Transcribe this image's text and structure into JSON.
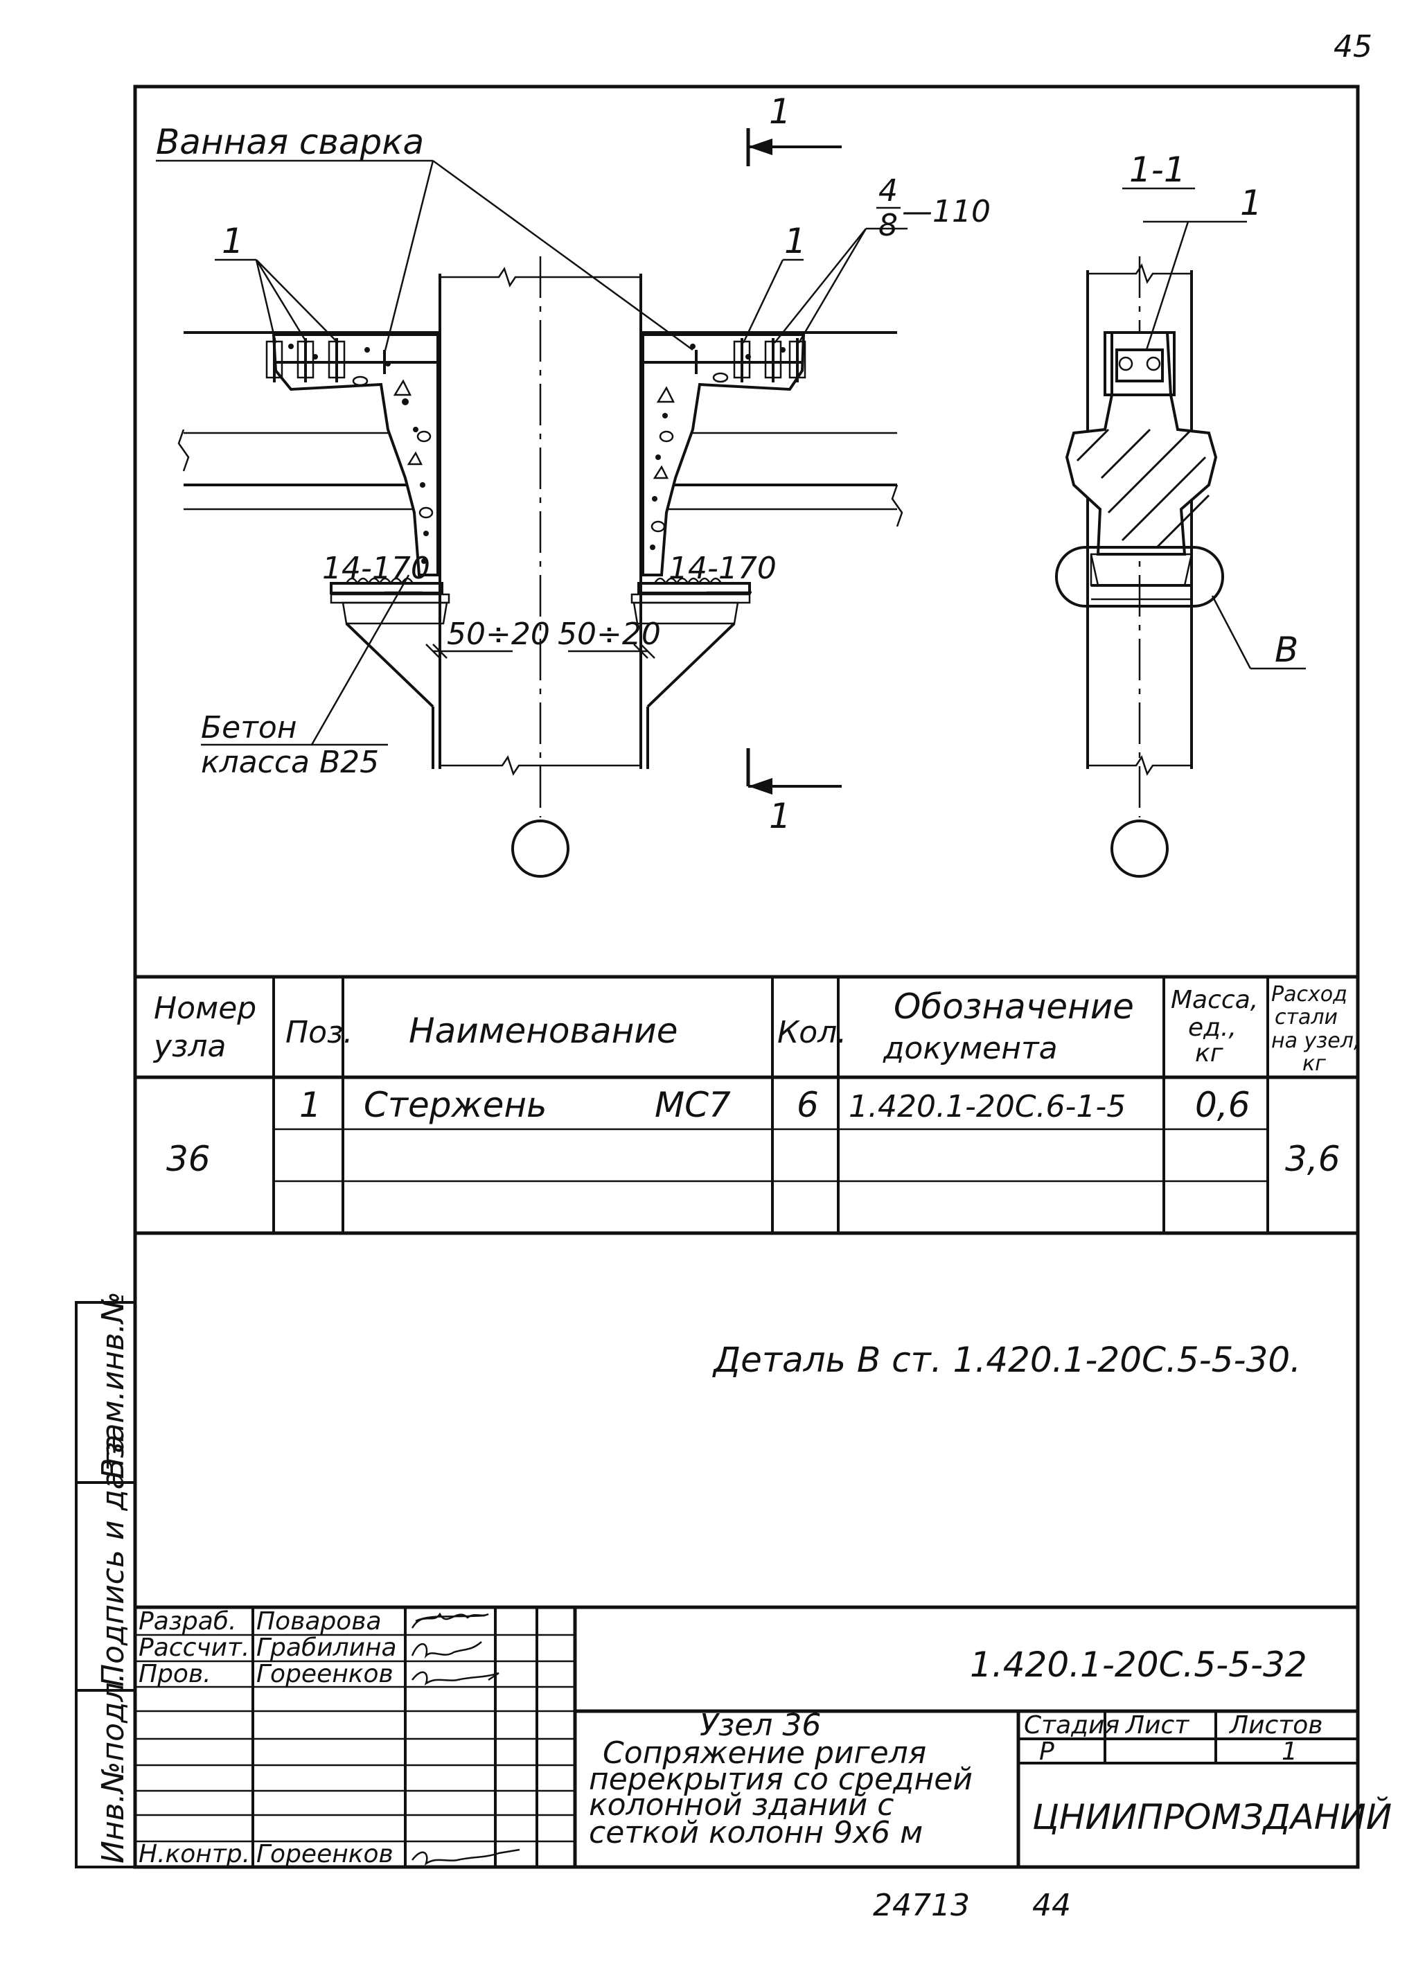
{
  "page_number": "45",
  "drawing": {
    "label_welding": "Ванная сварка",
    "label_section_mark": "1",
    "label_section_view": "1-1",
    "label_pos_1": "1",
    "label_fraction_top": "4",
    "label_fraction_bottom": "8",
    "label_fraction_suffix": "—110",
    "label_bar_left": "14-170",
    "label_bar_right": "14-170",
    "label_gap_left": "50÷20",
    "label_gap_right": "50÷20",
    "label_concrete_1": "Бетон",
    "label_concrete_2": "класса В25",
    "label_detail": "В"
  },
  "spec_table": {
    "headers": {
      "node_1": "Номер",
      "node_2": "узла",
      "pos": "Поз.",
      "name": "Наименование",
      "qty": "Кол.",
      "doc_1": "Обозначение",
      "doc_2": "документа",
      "mass_1": "Масса,",
      "mass_2": "ед.,",
      "mass_3": "кг",
      "steel_1": "Расход",
      "steel_2": "стали",
      "steel_3": "на узел,",
      "steel_4": "кг"
    },
    "node_number": "36",
    "rows": [
      {
        "pos": "1",
        "name": "Стержень",
        "mark": "МС7",
        "qty": "6",
        "doc": "1.420.1-20С.6-1-5",
        "mass": "0,6"
      }
    ],
    "steel_total": "3,6"
  },
  "note": "Деталь В  ст.  1.420.1-20С.5-5-30.",
  "side_stamp": {
    "inv_podl": "Инв.№подл.",
    "sign_date": "Подпись и дата",
    "vzam_inv": "Взам.инв.№"
  },
  "title_block": {
    "code": "1.420.1-20С.5-5-32",
    "roles": [
      {
        "role": "Разраб.",
        "name": "Поварова"
      },
      {
        "role": "Рассчит.",
        "name": "Грабилина"
      },
      {
        "role": "Пров.",
        "name": "Гореенков"
      }
    ],
    "role_nkontr": "Н.контр.",
    "name_nkontr": "Гореенков",
    "title_lines": [
      "Узел 36",
      "Сопряжение   ригеля",
      "перекрытия со средней",
      "колонной зданий   с",
      "сеткой  колонн  9х6 м"
    ],
    "stage_header": "Стадия",
    "sheet_header": "Лист",
    "sheets_header": "Листов",
    "stage": "Р",
    "sheets": "1",
    "organization": "ЦНИИПРОМЗДАНИЙ"
  },
  "bottom": {
    "number_1": "24713",
    "number_2": "44"
  }
}
